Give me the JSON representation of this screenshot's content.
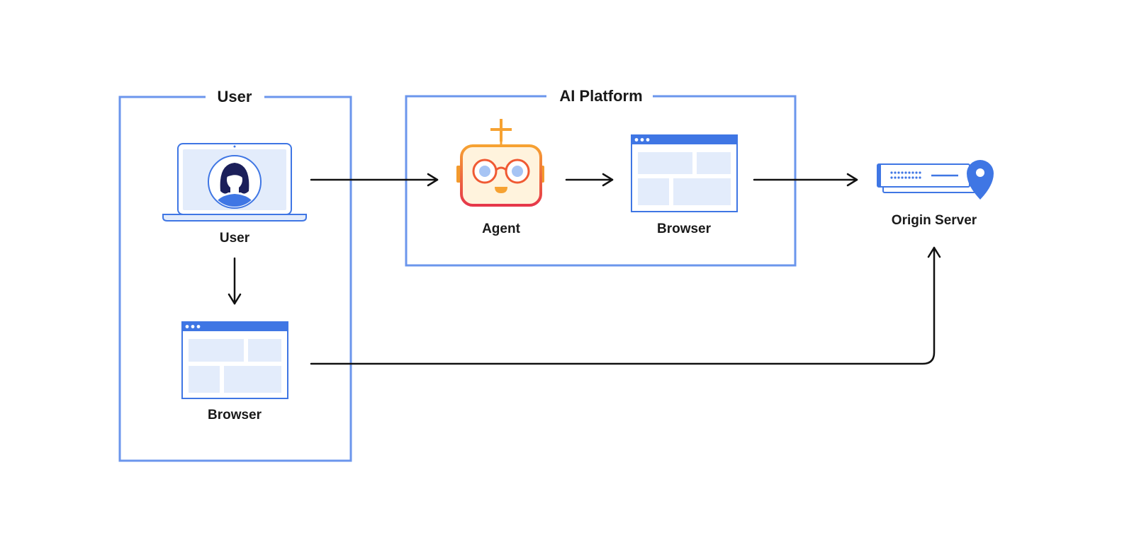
{
  "groups": {
    "user": {
      "label": "User"
    },
    "ai_platform": {
      "label": "AI Platform"
    }
  },
  "nodes": {
    "user_laptop": {
      "label": "User",
      "icon": "laptop-user-icon"
    },
    "user_browser": {
      "label": "Browser",
      "icon": "browser-window-icon"
    },
    "agent": {
      "label": "Agent",
      "icon": "robot-agent-icon"
    },
    "platform_browser": {
      "label": "Browser",
      "icon": "browser-window-icon"
    },
    "origin_server": {
      "label": "Origin Server",
      "icon": "server-location-icon"
    }
  },
  "edges": [
    {
      "from": "user_laptop",
      "to": "agent"
    },
    {
      "from": "agent",
      "to": "platform_browser"
    },
    {
      "from": "platform_browser",
      "to": "origin_server"
    },
    {
      "from": "user_laptop",
      "to": "user_browser"
    },
    {
      "from": "user_browser",
      "to": "origin_server"
    }
  ],
  "colors": {
    "frame_blue": "#6b96ec",
    "icon_blue": "#3f76e4",
    "panel_fill": "#e3ecfb",
    "agent_orange": "#f39a2d",
    "agent_red": "#e8453c",
    "arrow": "#111111"
  }
}
